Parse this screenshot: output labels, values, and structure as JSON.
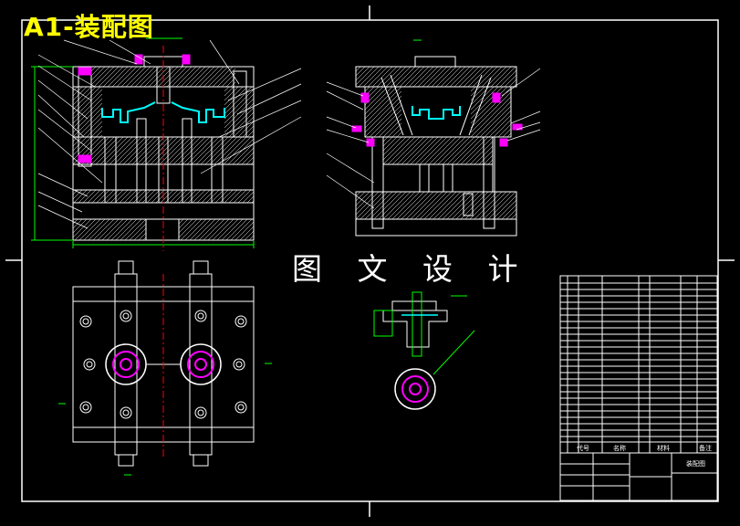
{
  "drawing": {
    "title": "A1-装配图",
    "watermark": "图 文 设 计"
  },
  "colors": {
    "background": "#000000",
    "frame": "#ffffff",
    "outline": "#ffffff",
    "hatch": "#ffffff",
    "leader": "#00ff00",
    "centerline": "#ff0000",
    "cavity": "#00ffff",
    "fastener": "#ff00ff",
    "title_text": "#ffff00"
  },
  "bom": {
    "footer_labels": [
      "代号",
      "名称",
      "材料",
      "备注"
    ],
    "block_title": "装配图"
  }
}
